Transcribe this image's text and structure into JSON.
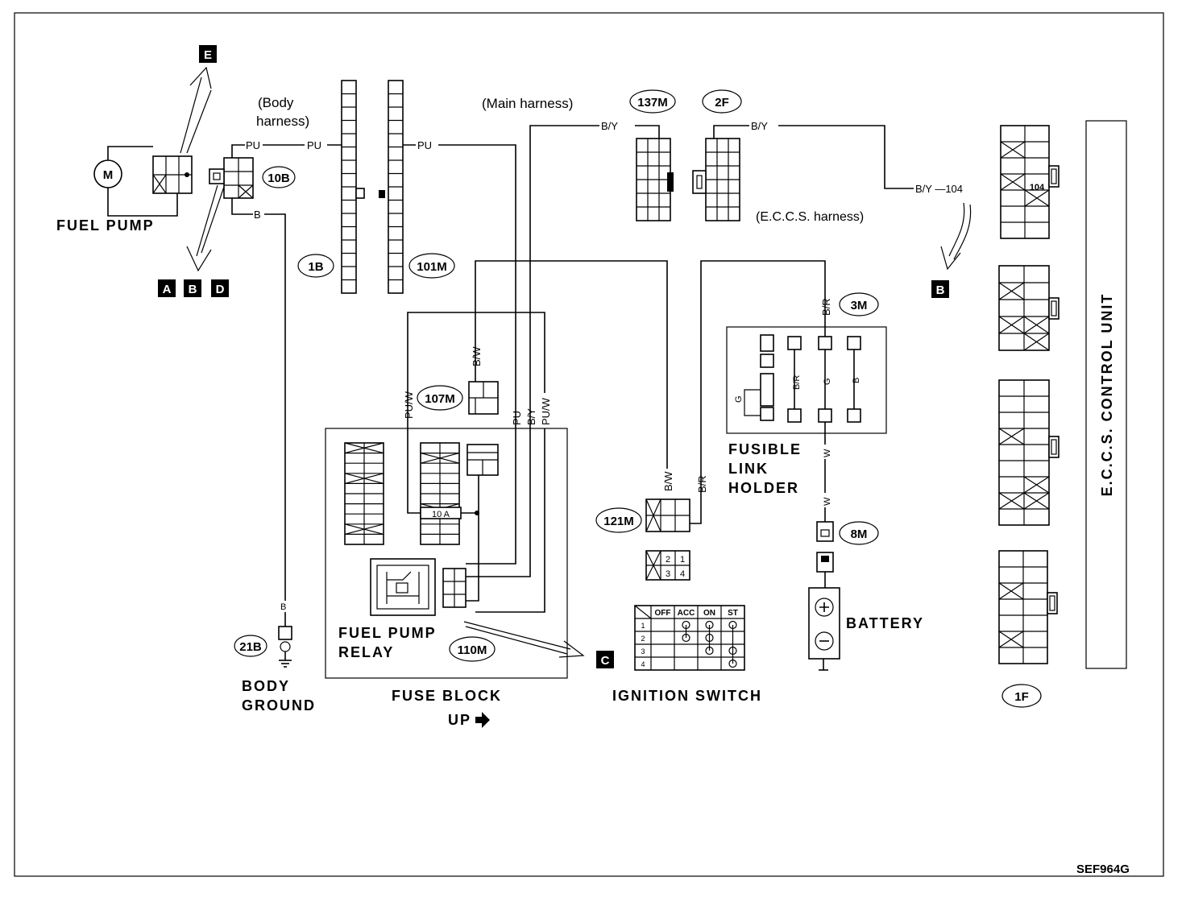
{
  "labels": {
    "fuel_pump": "FUEL PUMP",
    "body_harness_1": "(Body",
    "body_harness_2": "harness)",
    "main_harness": "(Main harness)",
    "eccs_harness": "(E.C.C.S. harness)",
    "fusible_1": "FUSIBLE",
    "fusible_2": "LINK",
    "fusible_3": "HOLDER",
    "battery": "BATTERY",
    "body_ground_1": "BODY",
    "body_ground_2": "GROUND",
    "fuse_block": "FUSE BLOCK",
    "up": "UP",
    "fuel_pump_relay_1": "FUEL PUMP",
    "fuel_pump_relay_2": "RELAY",
    "ignition_switch": "IGNITION SWITCH",
    "eccs_control_unit": "E.C.C.S. CONTROL UNIT",
    "motor": "M",
    "fuse_10a": "10 A",
    "figure_code": "SEF964G"
  },
  "markers": {
    "e": "E",
    "a": "A",
    "b1": "B",
    "d": "D",
    "b2": "B",
    "c": "C"
  },
  "connectors": {
    "c10b": "10B",
    "c1b": "1B",
    "c101m": "101M",
    "c137m": "137M",
    "c2f": "2F",
    "c3m": "3M",
    "c107m": "107M",
    "c121m": "121M",
    "c8m": "8M",
    "c21b": "21B",
    "c110m": "110M",
    "c1f": "1F"
  },
  "wires": {
    "pu": "PU",
    "b": "B",
    "by": "B/Y",
    "by_104": "B/Y —104",
    "bw": "B/W",
    "puw": "PU/W",
    "br": "B/R",
    "g": "G",
    "w": "W",
    "pin104": "104"
  },
  "ignition": {
    "headers": [
      "OFF",
      "ACC",
      "ON",
      "ST"
    ],
    "rows": [
      "1",
      "2",
      "3",
      "4"
    ]
  },
  "pins_121m": [
    "2",
    "1",
    "3",
    "4"
  ]
}
